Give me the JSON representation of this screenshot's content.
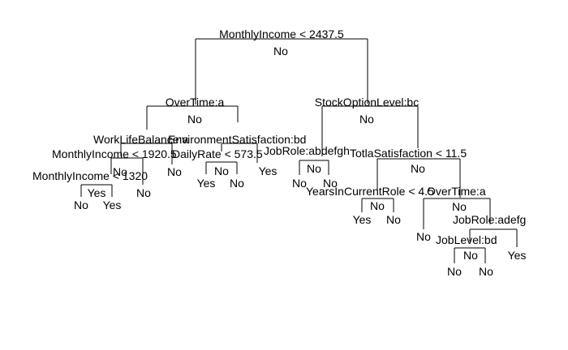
{
  "tree": {
    "nodes": [
      {
        "id": "root",
        "split": "MonthlyIncome < 2437.5",
        "prediction": "No"
      },
      {
        "id": "ot1",
        "split": "OverTime:a",
        "prediction": "No"
      },
      {
        "id": "sol",
        "split": "StockOptionLevel:bc",
        "prediction": "No"
      },
      {
        "id": "wlb",
        "split": "WorkLifeBalance:a",
        "prediction": ""
      },
      {
        "id": "env",
        "split": "EnvironmentSatisfaction:bd",
        "prediction": ""
      },
      {
        "id": "mi1920",
        "split": "MonthlyIncome < 1920.5",
        "prediction": "No"
      },
      {
        "id": "mi1320",
        "split": "MonthlyIncome < 1320",
        "prediction": "Yes"
      },
      {
        "id": "dr",
        "split": "DailyRate < 573.5",
        "prediction": "No"
      },
      {
        "id": "jr1",
        "split": "JobRole:abdefgh",
        "prediction": "No"
      },
      {
        "id": "ts",
        "split": "TotlaSatisfaction < 11.5",
        "prediction": "No"
      },
      {
        "id": "ycr",
        "split": "YearsInCurrentRole < 4.5",
        "prediction": "No"
      },
      {
        "id": "ot2",
        "split": "OverTime:a",
        "prediction": "No"
      },
      {
        "id": "jr2",
        "split": "JobRole:adefg",
        "prediction": ""
      },
      {
        "id": "jl",
        "split": "JobLevel:bd",
        "prediction": "No"
      }
    ],
    "leaves": [
      "No",
      "Yes",
      "No",
      "No",
      "Yes",
      "No",
      "Yes",
      "No",
      "No",
      "Yes",
      "No",
      "No",
      "No",
      "No",
      "No",
      "Yes"
    ]
  }
}
